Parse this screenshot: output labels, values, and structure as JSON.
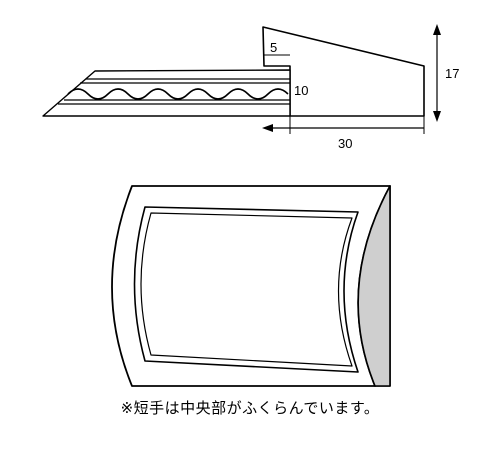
{
  "profile_view": {
    "dimensions": {
      "step_height": "5",
      "face_height": "10",
      "total_height": "17",
      "depth": "30"
    }
  },
  "front_view": {
    "colors": {
      "outline": "#000000",
      "frame_fill": "#ffffff",
      "side_shade": "#cfcfcf"
    }
  },
  "caption": "※短手は中央部がふくらんでいます。"
}
